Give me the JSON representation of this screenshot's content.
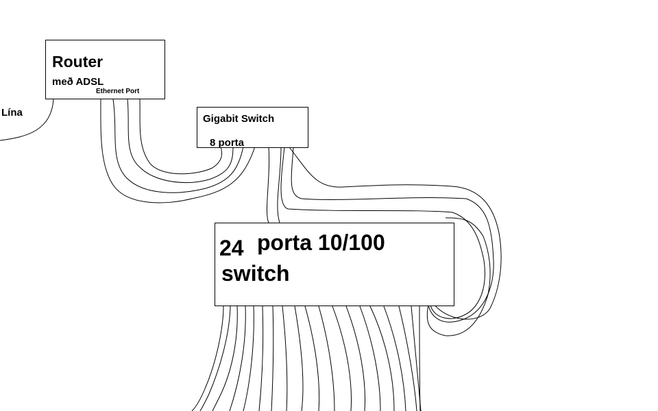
{
  "line_label": "Lína",
  "router": {
    "title": "Router",
    "subtitle": "með ADSL",
    "port_label": "Ethernet Port"
  },
  "gigabit_switch": {
    "title": "Gigabit Switch",
    "ports": "8 porta"
  },
  "main_switch": {
    "number": "24",
    "title_rest": "porta 10/100",
    "title_line2": "switch"
  }
}
